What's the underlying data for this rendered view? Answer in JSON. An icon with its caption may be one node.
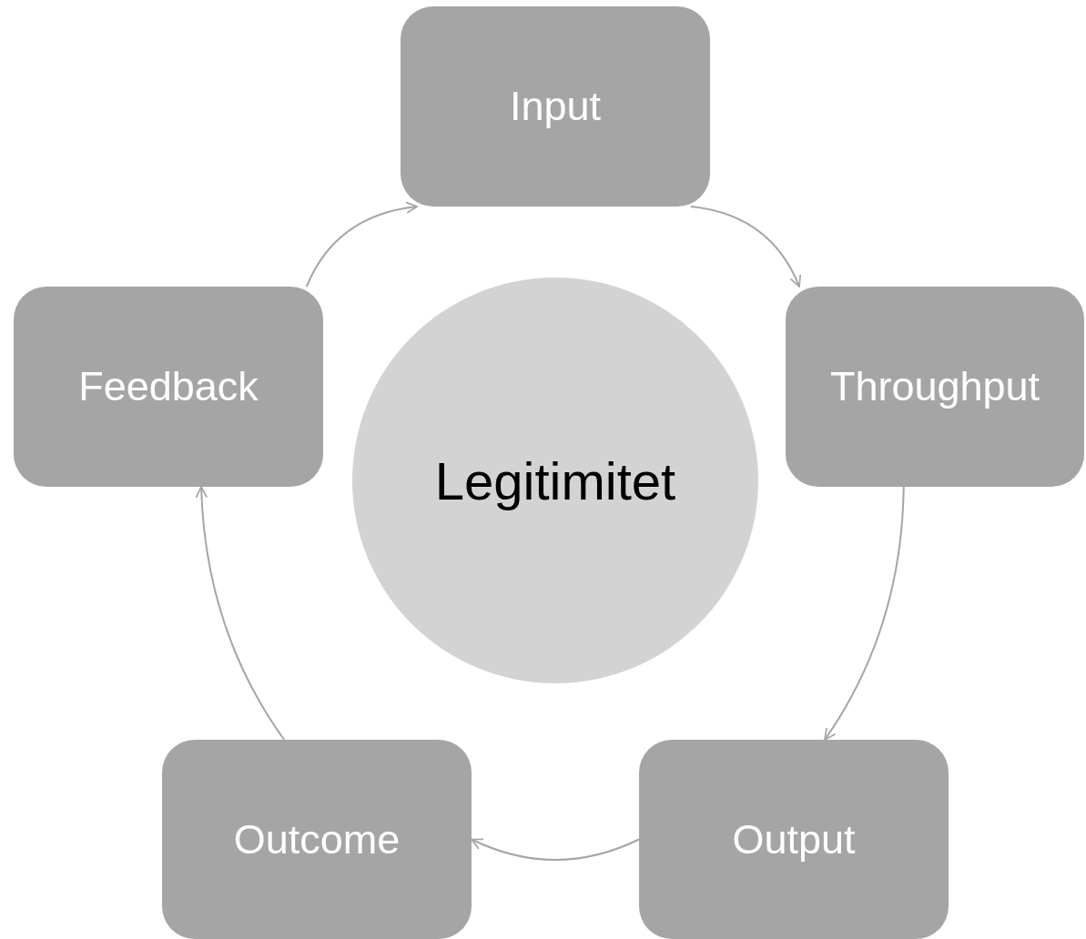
{
  "diagram": {
    "nodes": [
      {
        "text": [
          "Input"
        ]
      },
      {
        "text": [
          "Throughput"
        ]
      },
      {
        "text": [
          "Output"
        ]
      },
      {
        "text": [
          "Outcome"
        ]
      },
      {
        "text": [
          "Feedback"
        ]
      },
      {
        "text": [
          "Legitimitet"
        ]
      }
    ],
    "edges": [
      {
        "from": 0,
        "to": 1,
        "arrow": "to"
      },
      {
        "from": 1,
        "to": 2,
        "arrow": "to"
      },
      {
        "from": 2,
        "to": 3,
        "arrow": "to"
      },
      {
        "from": 3,
        "to": 4,
        "arrow": "to"
      },
      {
        "from": 4,
        "to": 0,
        "arrow": "to"
      }
    ]
  }
}
